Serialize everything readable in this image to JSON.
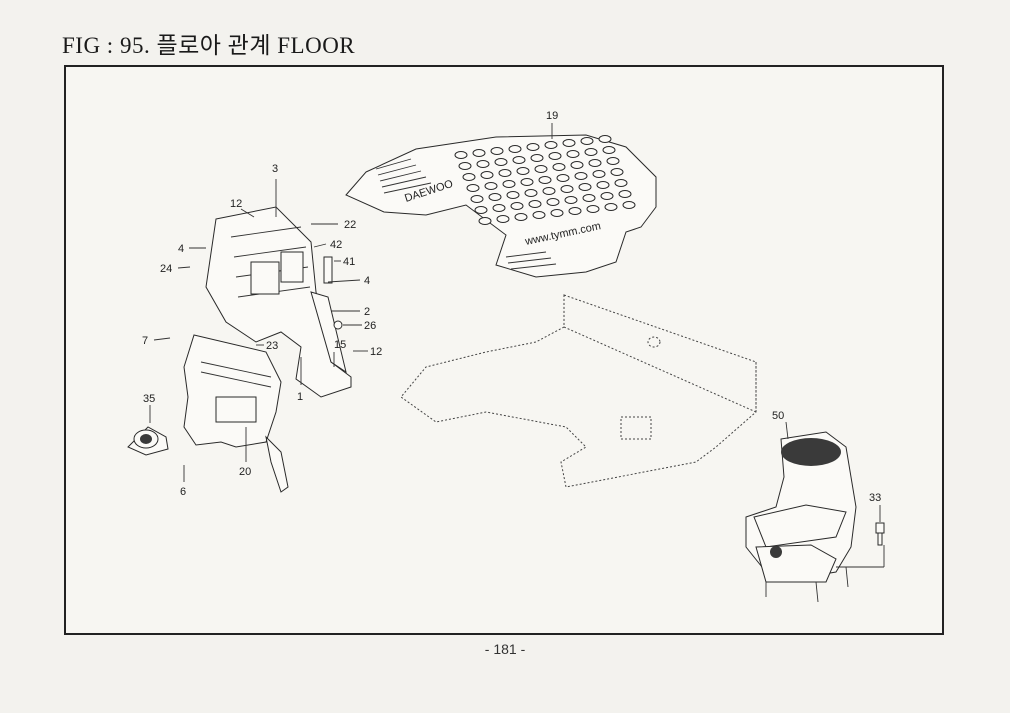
{
  "page": {
    "title": "FIG : 95. 플로아 관계 FLOOR",
    "page_number": "- 181 -"
  },
  "callouts": {
    "c19": "19",
    "c3": "3",
    "c12a": "12",
    "c22": "22",
    "c4a": "4",
    "c42": "42",
    "c24": "24",
    "c41": "41",
    "c4b": "4",
    "c2": "2",
    "c26": "26",
    "c7": "7",
    "c23": "23",
    "c15": "15",
    "c12b": "12",
    "c1": "1",
    "c35": "35",
    "c20": "20",
    "c6": "6",
    "c50": "50",
    "c33": "33"
  },
  "mat_text": {
    "left_logo": "DAEWOO",
    "url": "www.tymm.com"
  }
}
